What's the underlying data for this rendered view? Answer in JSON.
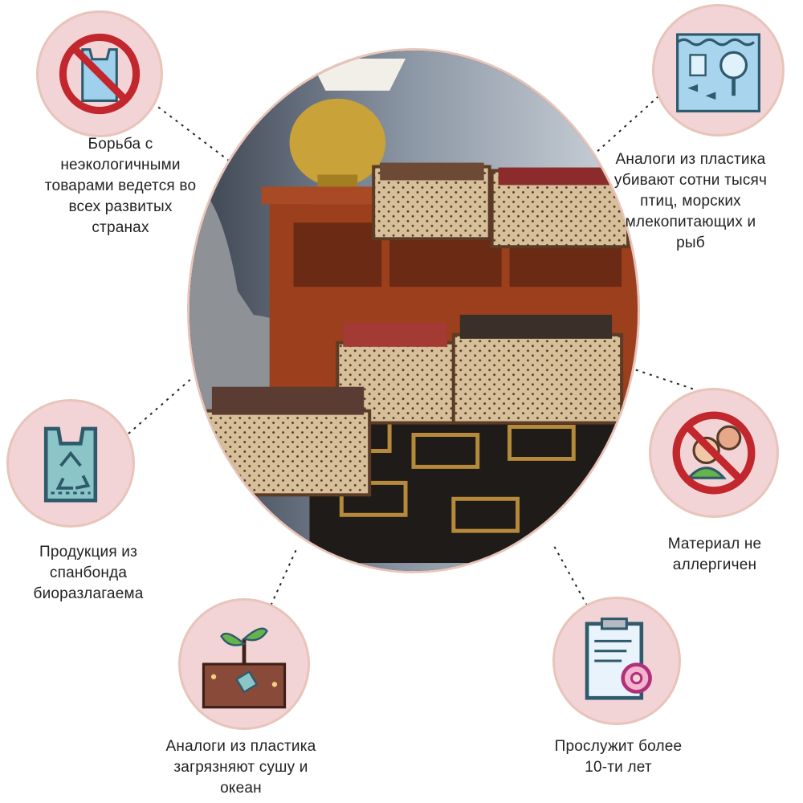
{
  "features": [
    {
      "id": "eco-ban",
      "icon": "no-plastic-bag-icon",
      "lines": [
        "Борьба с",
        "неэкологичными",
        "товарами ведется во",
        "всех развитых",
        "странах"
      ]
    },
    {
      "id": "ocean-harm",
      "icon": "ocean-pollution-icon",
      "lines": [
        "Аналоги из пластика",
        "убивают сотни тысяч",
        "птиц, морских",
        "млекопитающих и",
        "рыб"
      ]
    },
    {
      "id": "biodegradable",
      "icon": "recycle-bag-icon",
      "lines": [
        "Продукция из",
        "спанбонда",
        "биоразлагаема"
      ]
    },
    {
      "id": "hypoallergenic",
      "icon": "no-allergy-icon",
      "lines": [
        "Материал не",
        "аллергичен"
      ]
    },
    {
      "id": "soil-pollution",
      "icon": "soil-sprout-icon",
      "lines": [
        "Аналоги из пластика",
        "загрязняют сушу и",
        "океан"
      ]
    },
    {
      "id": "durability",
      "icon": "clipboard-gear-icon",
      "lines": [
        "Прослужит более",
        "10-ти лет"
      ]
    }
  ],
  "colors": {
    "badge_fill": "#f2d4d7",
    "badge_ring": "#e8c4b9",
    "ban_red": "#c1272d",
    "icon_teal": "#2e5a6b",
    "water_blue": "#a9d4ee",
    "soil_brown": "#8a4a3a",
    "sprout_green": "#66b34c"
  }
}
